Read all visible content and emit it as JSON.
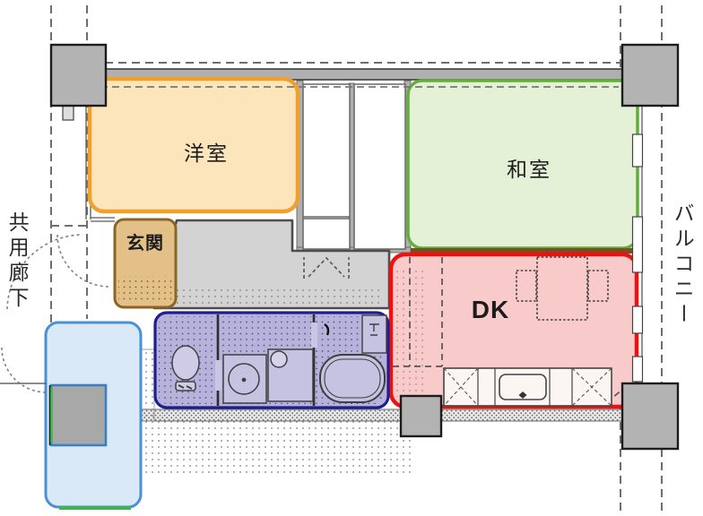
{
  "plan": {
    "rooms": {
      "western_room": {
        "label": "洋室",
        "fill": "#fce5bb",
        "border": "#f0a02c"
      },
      "japanese_room": {
        "label": "和室",
        "fill": "#e5f1d7",
        "border": "#63ae3b"
      },
      "entrance": {
        "label": "玄関",
        "fill": "#e3c088",
        "border": "#8d6426"
      },
      "dining_kitchen": {
        "label": "DK",
        "fill": "#f8caca",
        "border": "#ee1111"
      },
      "bathroom_block": {
        "fill": "#b7b2d9",
        "border": "#1e1e90"
      },
      "elevator_hall": {
        "fill": "#d9e9f7",
        "border": "#4a90d8"
      }
    },
    "annotations": {
      "common_corridor": "共用廊下",
      "balcony": "バルコニー"
    },
    "structure_colors": {
      "pillar_fill": "#b3b3b3",
      "hallway_fill": "#d3d3d3",
      "wall_band_fill": "#b0b0b0",
      "accent_green": "#3cb54a",
      "tatami_edge_brown": "#7a4f20"
    },
    "icons": [
      "toilet-icon",
      "washbasin-icon",
      "washer-pan-icon",
      "bathtub-icon",
      "vanity-icon",
      "dining-table-icon",
      "chair-icon",
      "kitchen-sink-icon",
      "range-unit-icon",
      "door-swing-arc-icon",
      "folding-door-icon",
      "pillar",
      "window-sash"
    ]
  }
}
